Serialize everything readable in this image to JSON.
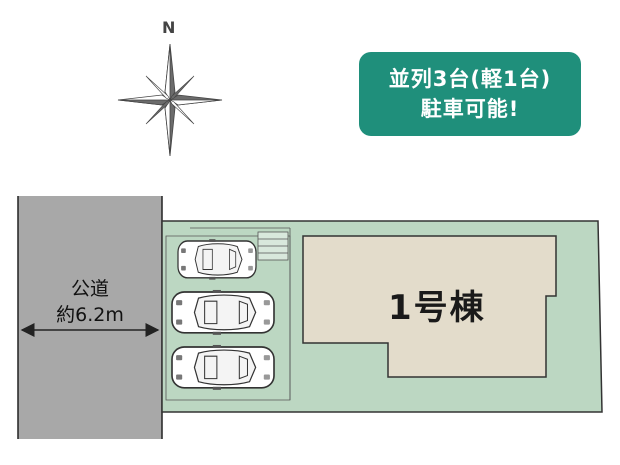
{
  "compass": {
    "letter": "N",
    "icon": "compass-rose-icon"
  },
  "parking_badge": {
    "line1": "並列3台(軽1台)",
    "line2": "駐車可能!",
    "color": "#1f8f7b"
  },
  "road": {
    "name": "公道",
    "width": "約6.2m",
    "color": "#a8a8a8"
  },
  "building": {
    "label": "1号棟",
    "color": "#e3dccb"
  },
  "lot": {
    "color": "#bcd7c2"
  },
  "parking": {
    "cars": [
      "car-icon",
      "car-icon",
      "car-icon"
    ]
  }
}
